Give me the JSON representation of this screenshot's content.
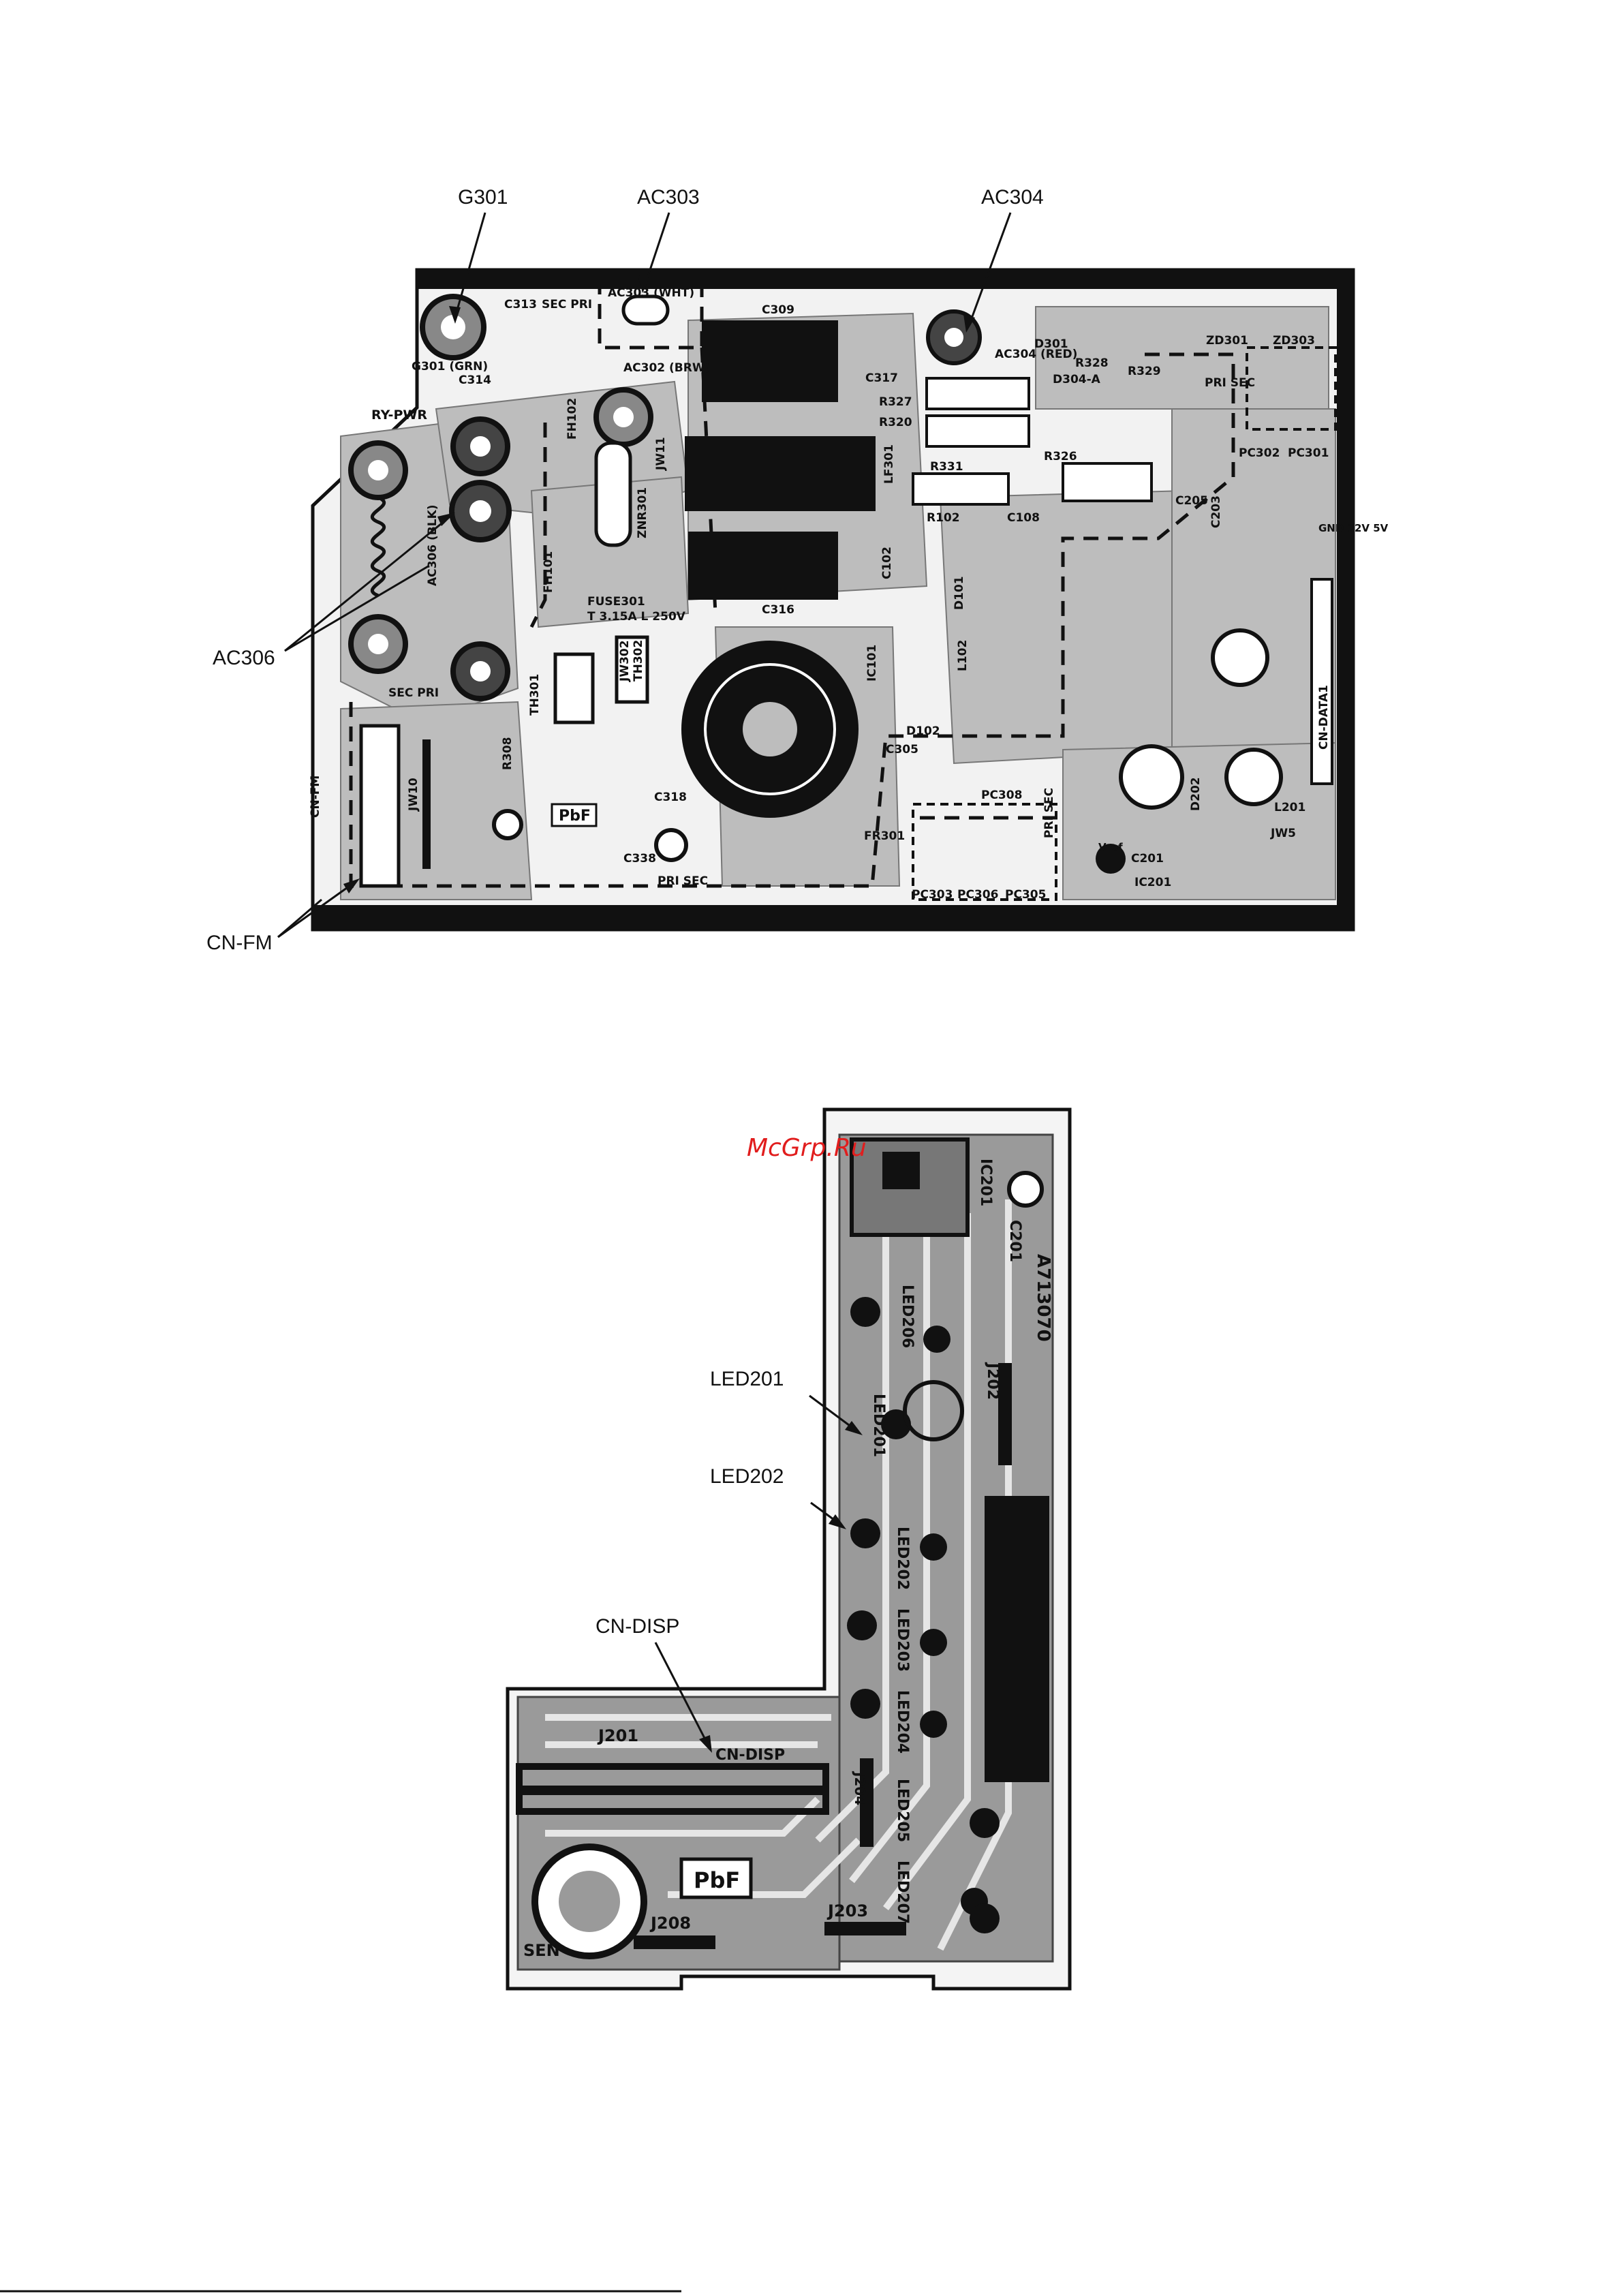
{
  "colors": {
    "trace": "#8a8a8a",
    "copper_dark": "#222222",
    "board_fill": "#bdbdbd",
    "watermark": "#e11d1d"
  },
  "main_board": {
    "callouts": {
      "g301": "G301",
      "ac303": "AC303",
      "ac304": "AC304",
      "ac306": "AC306",
      "cn_fm": "CN-FM"
    },
    "silkscreen": {
      "g301_grn": "G301 (GRN)",
      "c313": "C313",
      "sec_pri_top": "SEC PRI",
      "c314": "C314",
      "ac303_wht": "AC303 (WHT)",
      "c309": "C309",
      "ac302_brw": "AC302 (BRW)",
      "ry_pwr": "RY-PWR",
      "fh102": "FH102",
      "fh101": "FH101",
      "jw11": "JW11",
      "znr301": "ZNR301",
      "ac306_blk": "AC306 (BLK)",
      "fuse301": "FUSE301",
      "fuse_rating": "T 3.15A L 250V",
      "c316": "C316",
      "th301": "TH301",
      "th302": "TH302",
      "jw302": "JW302",
      "r308": "R308",
      "sec_pri_left": "SEC PRI",
      "cn_fm_label": "CN-FM",
      "jw10": "JW10",
      "pbf": "PbF",
      "c318": "C318",
      "c338": "C338",
      "pri_sec_bottom": "PRI SEC",
      "fr301": "FR301",
      "pc303": "PC303",
      "pc306": "PC306",
      "pc305": "PC305",
      "ac304_red": "AC304 (RED)",
      "d301": "D301",
      "r328": "R328",
      "r329": "R329",
      "zd301": "ZD301",
      "zd303": "ZD303",
      "c317": "C317",
      "d304_a": "D304-A",
      "r327": "R327",
      "r320": "R320",
      "lf301": "LF301",
      "r326": "R326",
      "pri_sec_right": "PRI SEC",
      "pc302": "PC302",
      "pc301": "PC301",
      "r331": "R331",
      "r102": "R102",
      "c108": "C108",
      "c205": "C205",
      "c203": "C203",
      "c102": "C102",
      "d101": "D101",
      "ic101": "IC101",
      "l102": "L102",
      "d102": "D102",
      "c305": "C305",
      "pc308": "PC308",
      "gnd_12v_5v": "GND 12V 5V",
      "cn_data1": "CN-DATA1",
      "l201": "L201",
      "jw5": "JW5",
      "c201": "C201",
      "ic201": "IC201",
      "d202": "D202",
      "vref": "Vref",
      "pri_sec_mid": "PRI SEC"
    }
  },
  "display_board": {
    "watermark": "McGrp.Ru",
    "callouts": {
      "led201": "LED201",
      "led202": "LED202",
      "cn_disp": "CN-DISP"
    },
    "silkscreen": {
      "ic201": "IC201",
      "c201": "C201",
      "part_no": "A713070",
      "led206": "LED206",
      "led201": "LED201",
      "j202": "J202",
      "led202": "LED202",
      "led203": "LED203",
      "led204": "LED204",
      "led205": "LED205",
      "led207": "LED207",
      "j201": "J201",
      "cn_disp": "CN-DISP",
      "j204": "J204",
      "j203": "J203",
      "j208": "J208",
      "pbf": "PbF",
      "sen": "SEN"
    }
  }
}
